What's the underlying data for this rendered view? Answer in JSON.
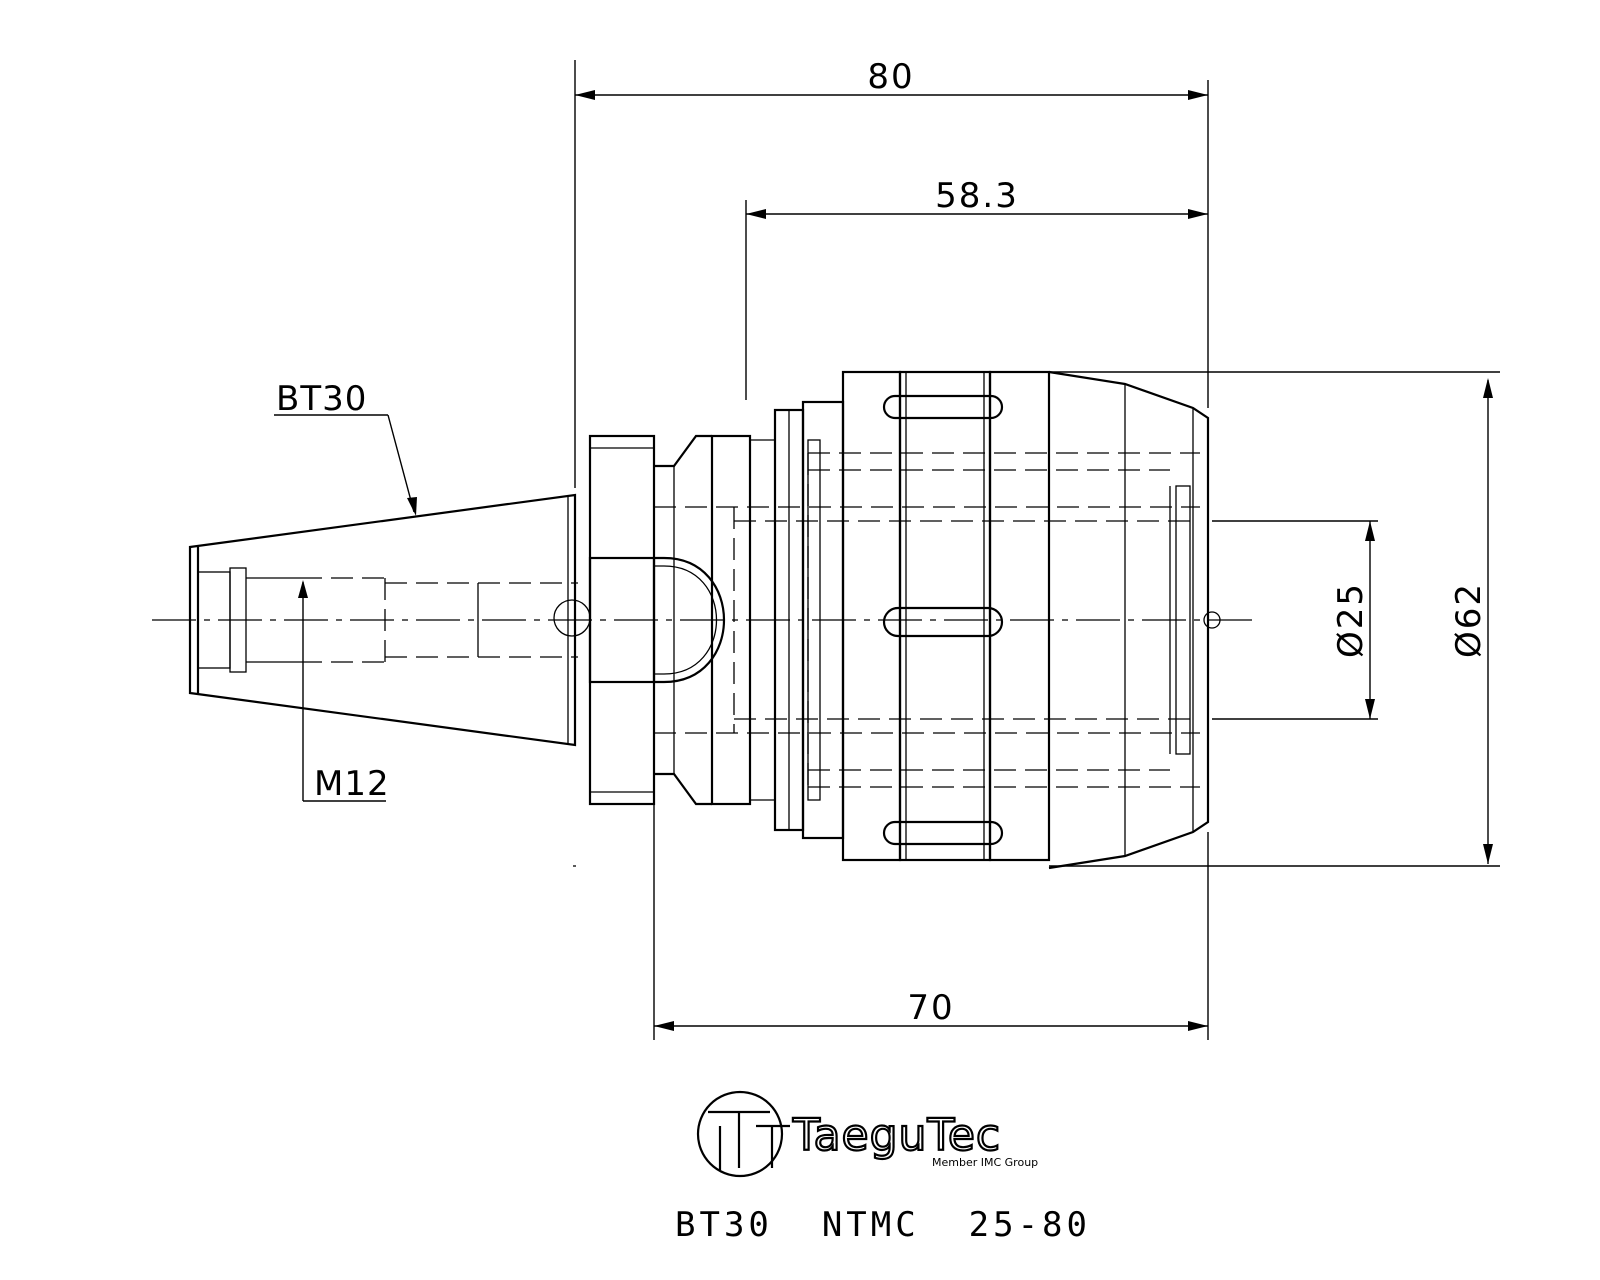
{
  "dimensions": {
    "overall_length": "80",
    "body_length": "58.3",
    "flange_to_end": "70",
    "bore_diameter": "Ø25",
    "outer_diameter": "Ø62"
  },
  "labels": {
    "taper": "BT30",
    "thread": "M12"
  },
  "brand": {
    "name": "TaeguTec",
    "tagline": "Member IMC Group"
  },
  "part_number": "BT30  NTMC  25-80",
  "icons": {
    "logo": "taegutec-logo-icon"
  }
}
